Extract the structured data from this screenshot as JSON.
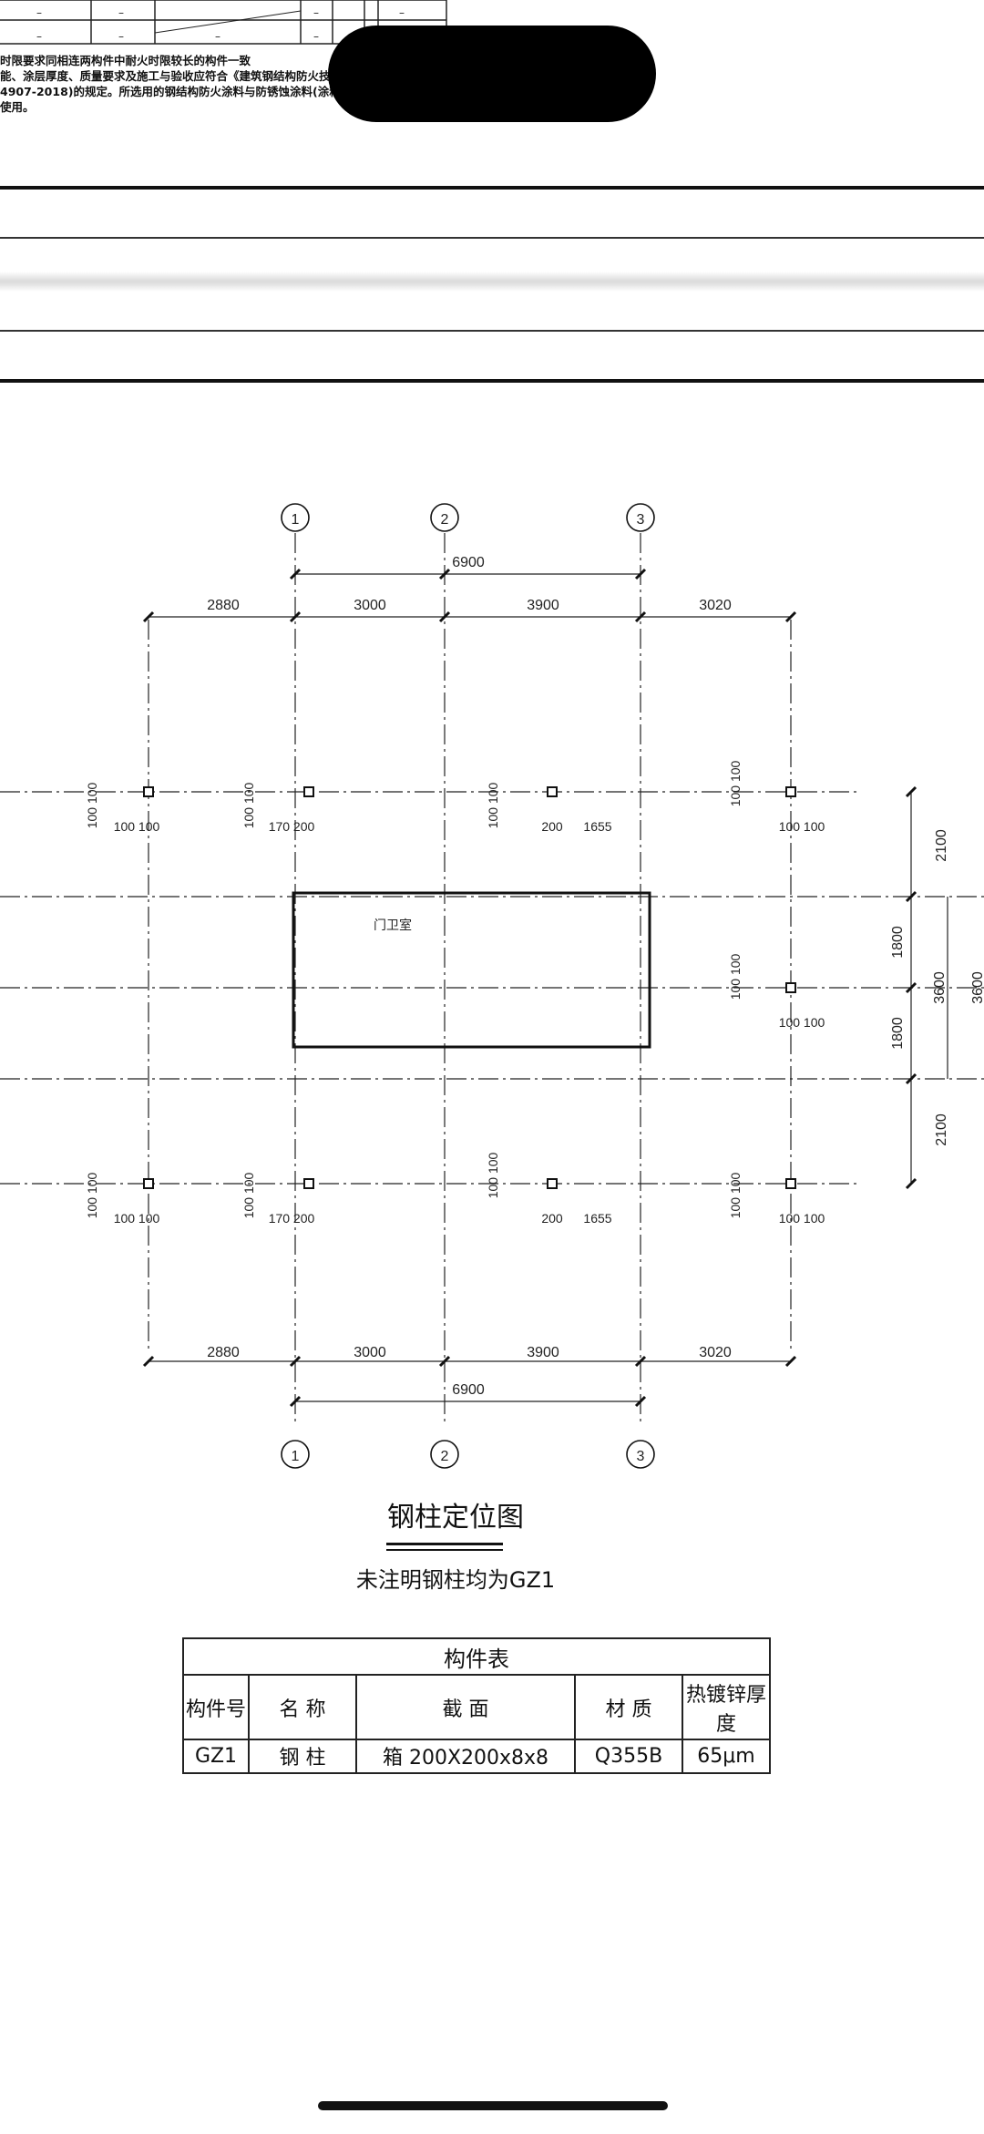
{
  "top_table": {
    "dash": "–"
  },
  "notes": [
    "时限要求同相连两构件中耐火时限较长的构件一致",
    "能、涂层厚度、质量要求及施工与验收应符合《建筑钢结构防火技术规范 》(GB",
    "4907-2018)的规定。所选用的钢结构防火涂料与防锈蚀涂料(涂料)之间应进行",
    "使用。"
  ],
  "drawing": {
    "axis_labels": [
      "1",
      "2",
      "3"
    ],
    "dims_top_total": "6900",
    "dims_segments": [
      "2880",
      "3000",
      "3900",
      "3020"
    ],
    "dims_bottom_total": "6900",
    "right_dims": [
      "2100",
      "1800",
      "3600",
      "1800",
      "2100"
    ],
    "right_partial": "3600",
    "col_offsets": [
      "100 100",
      "100 100",
      "170 200",
      "100 100",
      "200",
      "1655",
      "100 100"
    ],
    "room_label": "门卫室"
  },
  "title": "钢柱定位图",
  "subtitle": "未注明钢柱均为GZ1",
  "parts_table": {
    "title": "构件表",
    "headers": [
      "构件号",
      "名 称",
      "截 面",
      "材 质",
      "热镀锌厚度"
    ],
    "row": [
      "GZ1",
      "钢 柱",
      "箱 200X200x8x8",
      "Q355B",
      "65μm"
    ]
  }
}
